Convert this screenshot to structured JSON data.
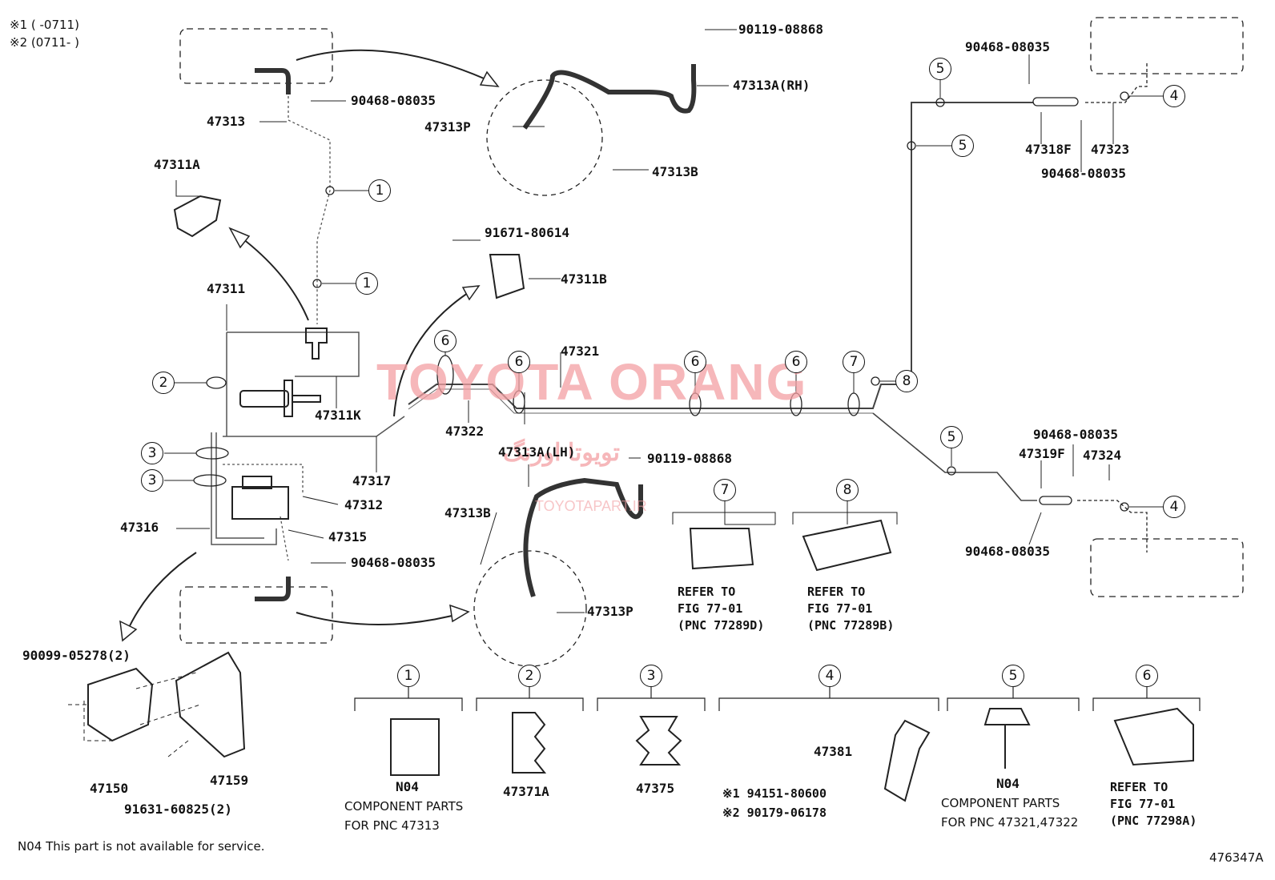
{
  "notes": {
    "variant1": "※1 (      -0711)",
    "variant2": "※2 (0711-      )",
    "n04_note": "N04 This part is not available for service.",
    "figure_id": "476347A"
  },
  "watermark": {
    "main": "TOYOTA ORANG",
    "persian": "تویوتا اورنگ",
    "site": "TOYOTAPART.IR"
  },
  "parts": {
    "p90119_top": "90119-08868",
    "p47313A_RH": "47313A(RH)",
    "p47313P_top": "47313P",
    "p47313B_top": "47313B",
    "p90468_top_left": "90468-08035",
    "p47313": "47313",
    "p47311A": "47311A",
    "p91671": "91671-80614",
    "p47311B": "47311B",
    "p47311": "47311",
    "p47311K": "47311K",
    "p47321": "47321",
    "p47322": "47322",
    "p47317": "47317",
    "p47312": "47312",
    "p47316": "47316",
    "p47315": "47315",
    "p90468_mid_left": "90468-08035",
    "p47313A_LH": "47313A(LH)",
    "p90119_lh": "90119-08868",
    "p47313B_lh": "47313B",
    "p47313P_lh": "47313P",
    "p90468_tr1": "90468-08035",
    "p47318F": "47318F",
    "p47323": "47323",
    "p90468_tr2": "90468-08035",
    "p90468_mr1": "90468-08035",
    "p47319F": "47319F",
    "p47324": "47324",
    "p90468_mr2": "90468-08035",
    "p90099": "90099-05278(2)",
    "p47150": "47150",
    "p47159": "47159",
    "p91631": "91631-60825(2)"
  },
  "refer": {
    "r7": [
      "REFER TO",
      "FIG 77-01",
      "(PNC 77289D)"
    ],
    "r8": [
      "REFER TO",
      "FIG 77-01",
      "(PNC 77289B)"
    ],
    "r6": [
      "REFER TO",
      "FIG 77-01",
      "(PNC 77298A)"
    ]
  },
  "legend": {
    "c1_part": "N04",
    "c1_note1": "COMPONENT PARTS",
    "c1_note2": "FOR PNC 47313",
    "c2_part": "47371A",
    "c3_part": "47375",
    "c4_part": "47381",
    "c4_alt1": "※1 94151-80600",
    "c4_alt2": "※2 90179-06178",
    "c5_part": "N04",
    "c5_note1": "COMPONENT PARTS",
    "c5_note2": "FOR PNC 47321,47322"
  },
  "callouts": {
    "one": "1",
    "two": "2",
    "three": "3",
    "four": "4",
    "five": "5",
    "six": "6",
    "seven": "7",
    "eight": "8"
  }
}
